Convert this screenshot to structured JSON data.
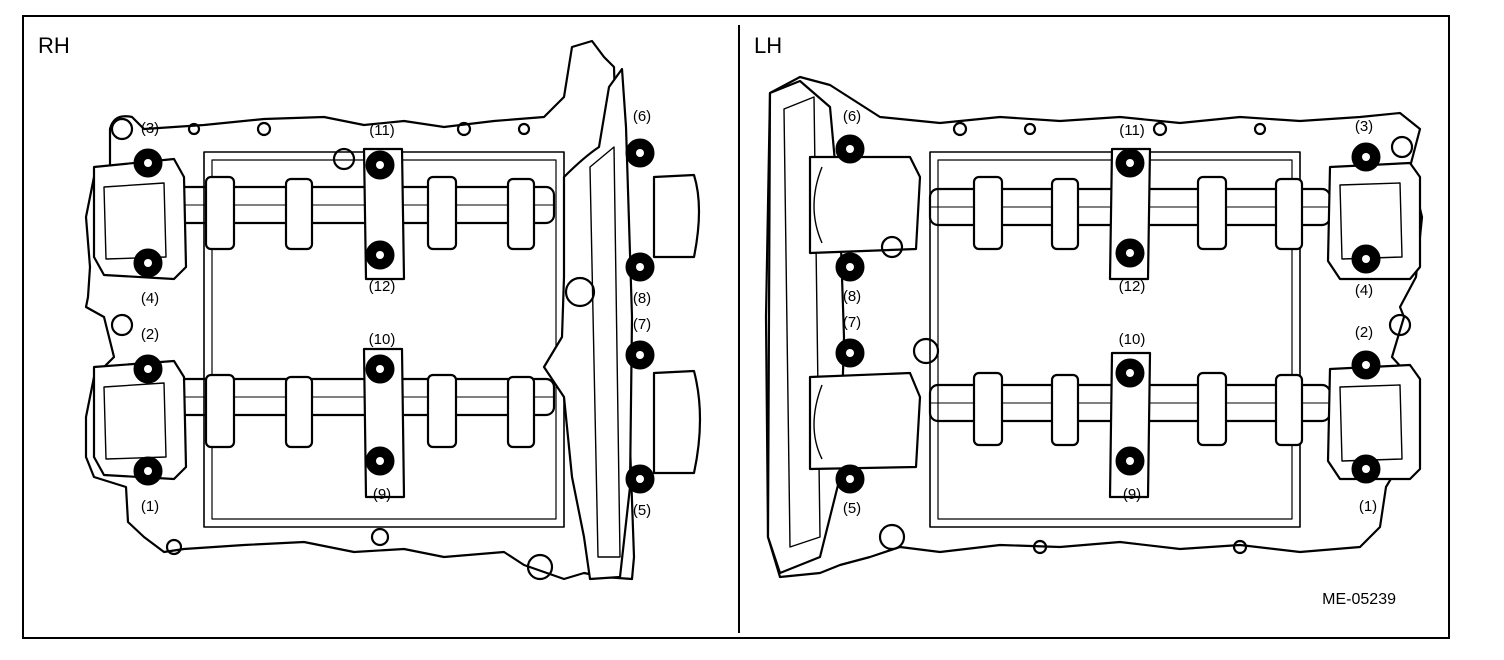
{
  "figure": {
    "id": "ME-05239",
    "panels": [
      {
        "key": "rh",
        "label": "RH",
        "bolts": [
          "(1)",
          "(2)",
          "(3)",
          "(4)",
          "(5)",
          "(6)",
          "(7)",
          "(8)",
          "(9)",
          "(10)",
          "(11)",
          "(12)"
        ]
      },
      {
        "key": "lh",
        "label": "LH",
        "bolts": [
          "(1)",
          "(2)",
          "(3)",
          "(4)",
          "(5)",
          "(6)",
          "(7)",
          "(8)",
          "(9)",
          "(10)",
          "(11)",
          "(12)"
        ]
      }
    ]
  }
}
